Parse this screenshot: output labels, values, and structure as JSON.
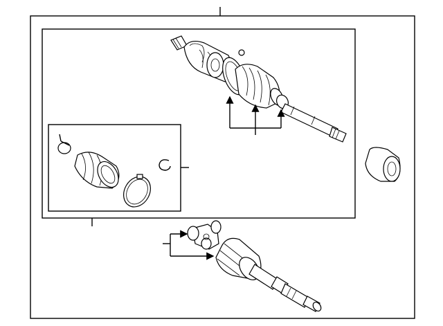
{
  "diagram": {
    "frames": {
      "outer": "assembly-frame",
      "shaft_kit": "shaft-kit-frame",
      "boot_kit": "boot-kit-frame"
    },
    "parts": [
      {
        "name": "axle-shaft-assembly"
      },
      {
        "name": "boot-kit"
      },
      {
        "name": "bushing"
      },
      {
        "name": "inner-joint"
      }
    ],
    "colors": {
      "line": "#000000",
      "background": "#ffffff"
    }
  }
}
